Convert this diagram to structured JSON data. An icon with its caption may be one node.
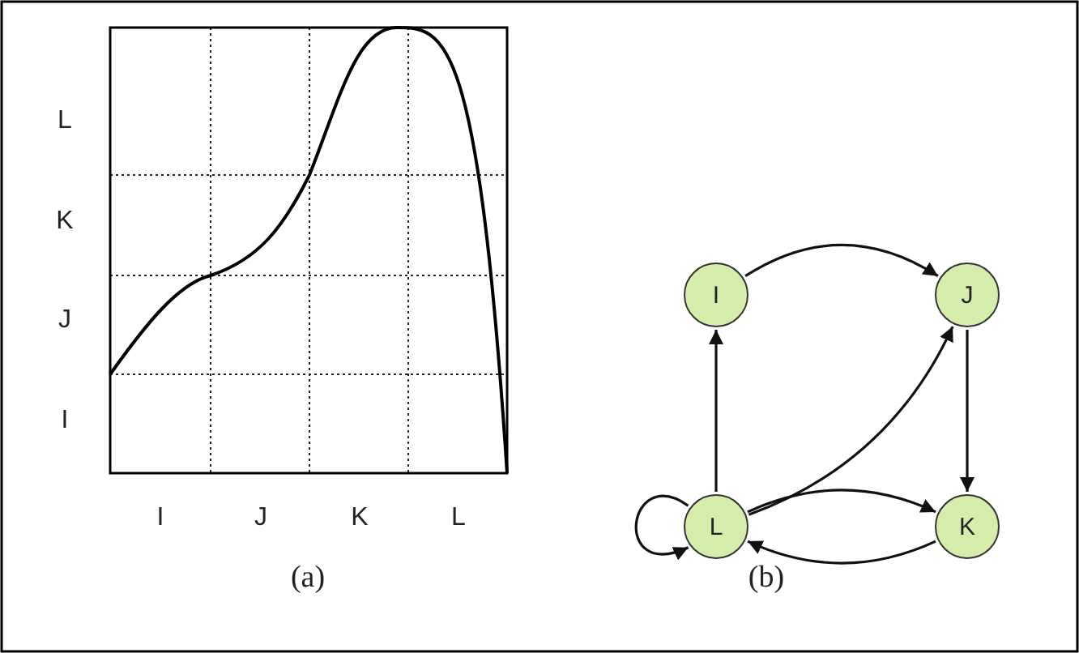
{
  "diagram": {
    "nodes": [
      {
        "text": [
          "I"
        ]
      },
      {
        "text": [
          "J"
        ]
      },
      {
        "text": [
          "L"
        ]
      },
      {
        "text": [
          "K"
        ]
      }
    ],
    "edges": [
      {
        "from": 0,
        "to": 1,
        "arrow": "to"
      },
      {
        "from": 1,
        "to": 3,
        "arrow": "to"
      },
      {
        "from": 2,
        "to": 0,
        "arrow": "to"
      },
      {
        "from": 2,
        "to": 1,
        "arrow": "to"
      },
      {
        "from": 2,
        "to": 3,
        "arrow": "to"
      },
      {
        "from": 3,
        "to": 2,
        "arrow": "to"
      },
      {
        "from": 2,
        "to": 2,
        "arrow": "to"
      }
    ],
    "labels": [
      "L",
      "K",
      "J",
      "I",
      "I",
      "J",
      "K",
      "L",
      "(a)",
      "(b)"
    ]
  }
}
